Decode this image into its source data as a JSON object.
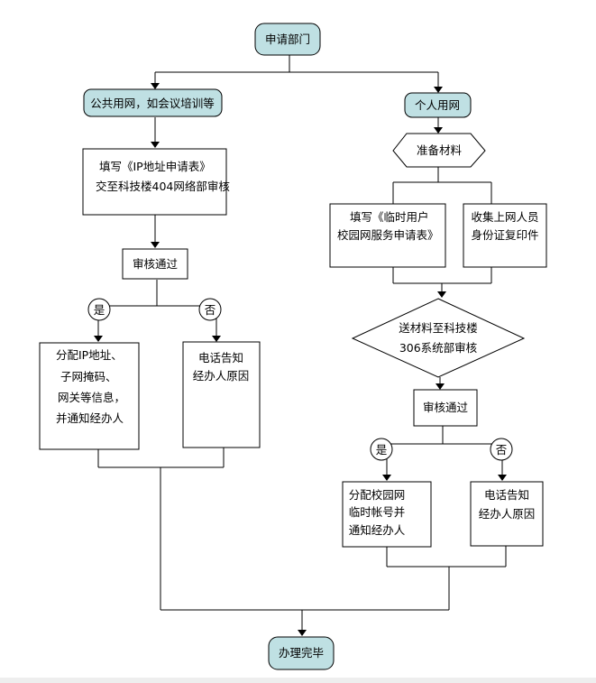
{
  "nodes": {
    "apply_dept": "申请部门",
    "public_use": "公共用网，如会议培训等",
    "personal_use": "个人用网",
    "fill_ip_form_line1": "填写《IP地址申请表》",
    "fill_ip_form_line2": "交至科技楼404网络部审核",
    "review_pass_left": "审核通过",
    "yes_left": "是",
    "no_left": "否",
    "assign_ip_line1": "分配IP地址、",
    "assign_ip_line2": "子网掩码、",
    "assign_ip_line3": "网关等信息，",
    "assign_ip_line4": "并通知经办人",
    "phone_reason_left_line1": "电话告知",
    "phone_reason_left_line2": "经办人原因",
    "prepare_materials": "准备材料",
    "fill_temp_form_line1": "填写《临时用户",
    "fill_temp_form_line2": "校园网服务申请表》",
    "collect_id_line1": "收集上网人员",
    "collect_id_line2": "身份证复印件",
    "send_materials_line1": "送材料至科技楼",
    "send_materials_line2": "306系统部审核",
    "review_pass_right": "审核通过",
    "yes_right": "是",
    "no_right": "否",
    "assign_account_line1": "分配校园网",
    "assign_account_line2": "临时帐号并",
    "assign_account_line3": "通知经办人",
    "phone_reason_right_line1": "电话告知",
    "phone_reason_right_line2": "经办人原因",
    "done": "办理完毕"
  },
  "colors": {
    "terminal_fill": "#bfe0e3",
    "box_fill": "#ffffff",
    "stroke": "#000000"
  }
}
